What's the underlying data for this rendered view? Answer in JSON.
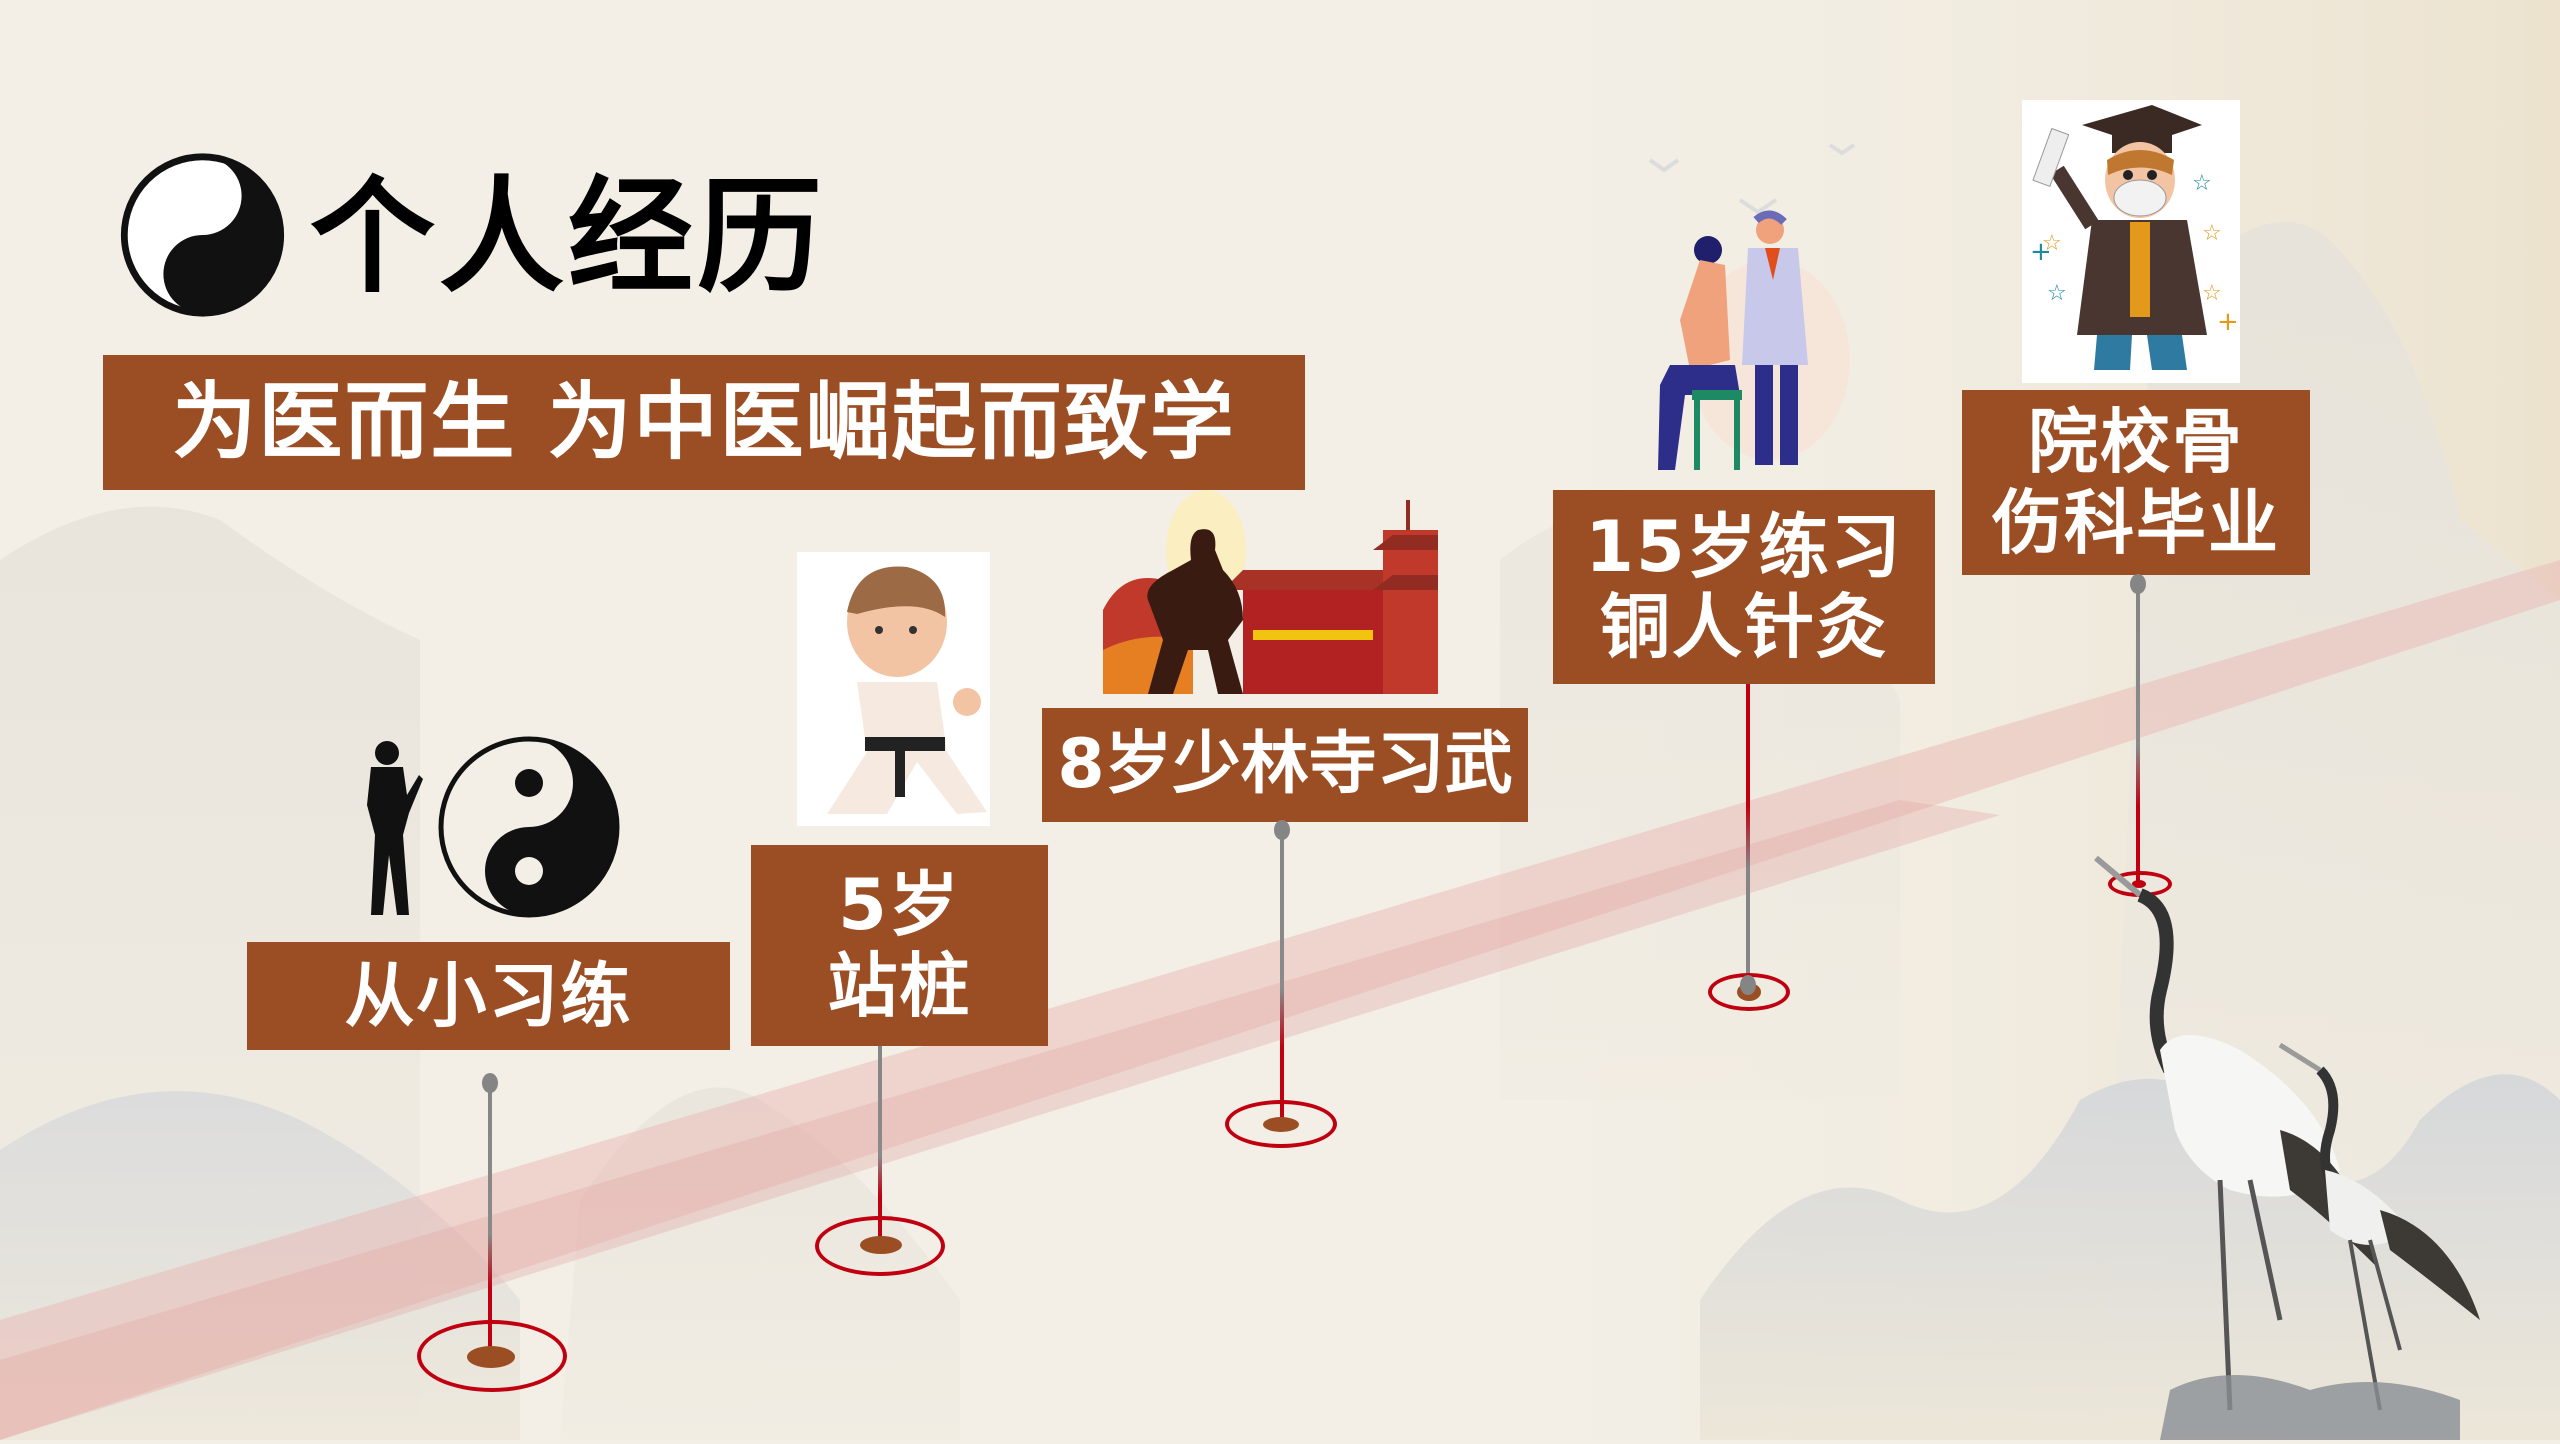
{
  "header": {
    "title": "个人经历",
    "subtitle": "为医而生 为中医崛起而致学"
  },
  "timeline": [
    {
      "label": "从小习练",
      "icon": "taichi-figure-icon"
    },
    {
      "label_line1": "5岁",
      "label_line2": "站桩",
      "icon": "karate-kid-illustration"
    },
    {
      "label": "8岁少林寺习武",
      "icon": "shaolin-temple-illustration"
    },
    {
      "label_line1": "15岁练习",
      "label_line2": "铜人针灸",
      "icon": "acupuncture-illustration"
    },
    {
      "label_line1": "院校骨",
      "label_line2": "伤科毕业",
      "icon": "graduate-illustration"
    }
  ],
  "colors": {
    "brown": "#9b4e23",
    "red": "#c00010",
    "background": "#f3efe6",
    "path": "#e8b3b0"
  }
}
